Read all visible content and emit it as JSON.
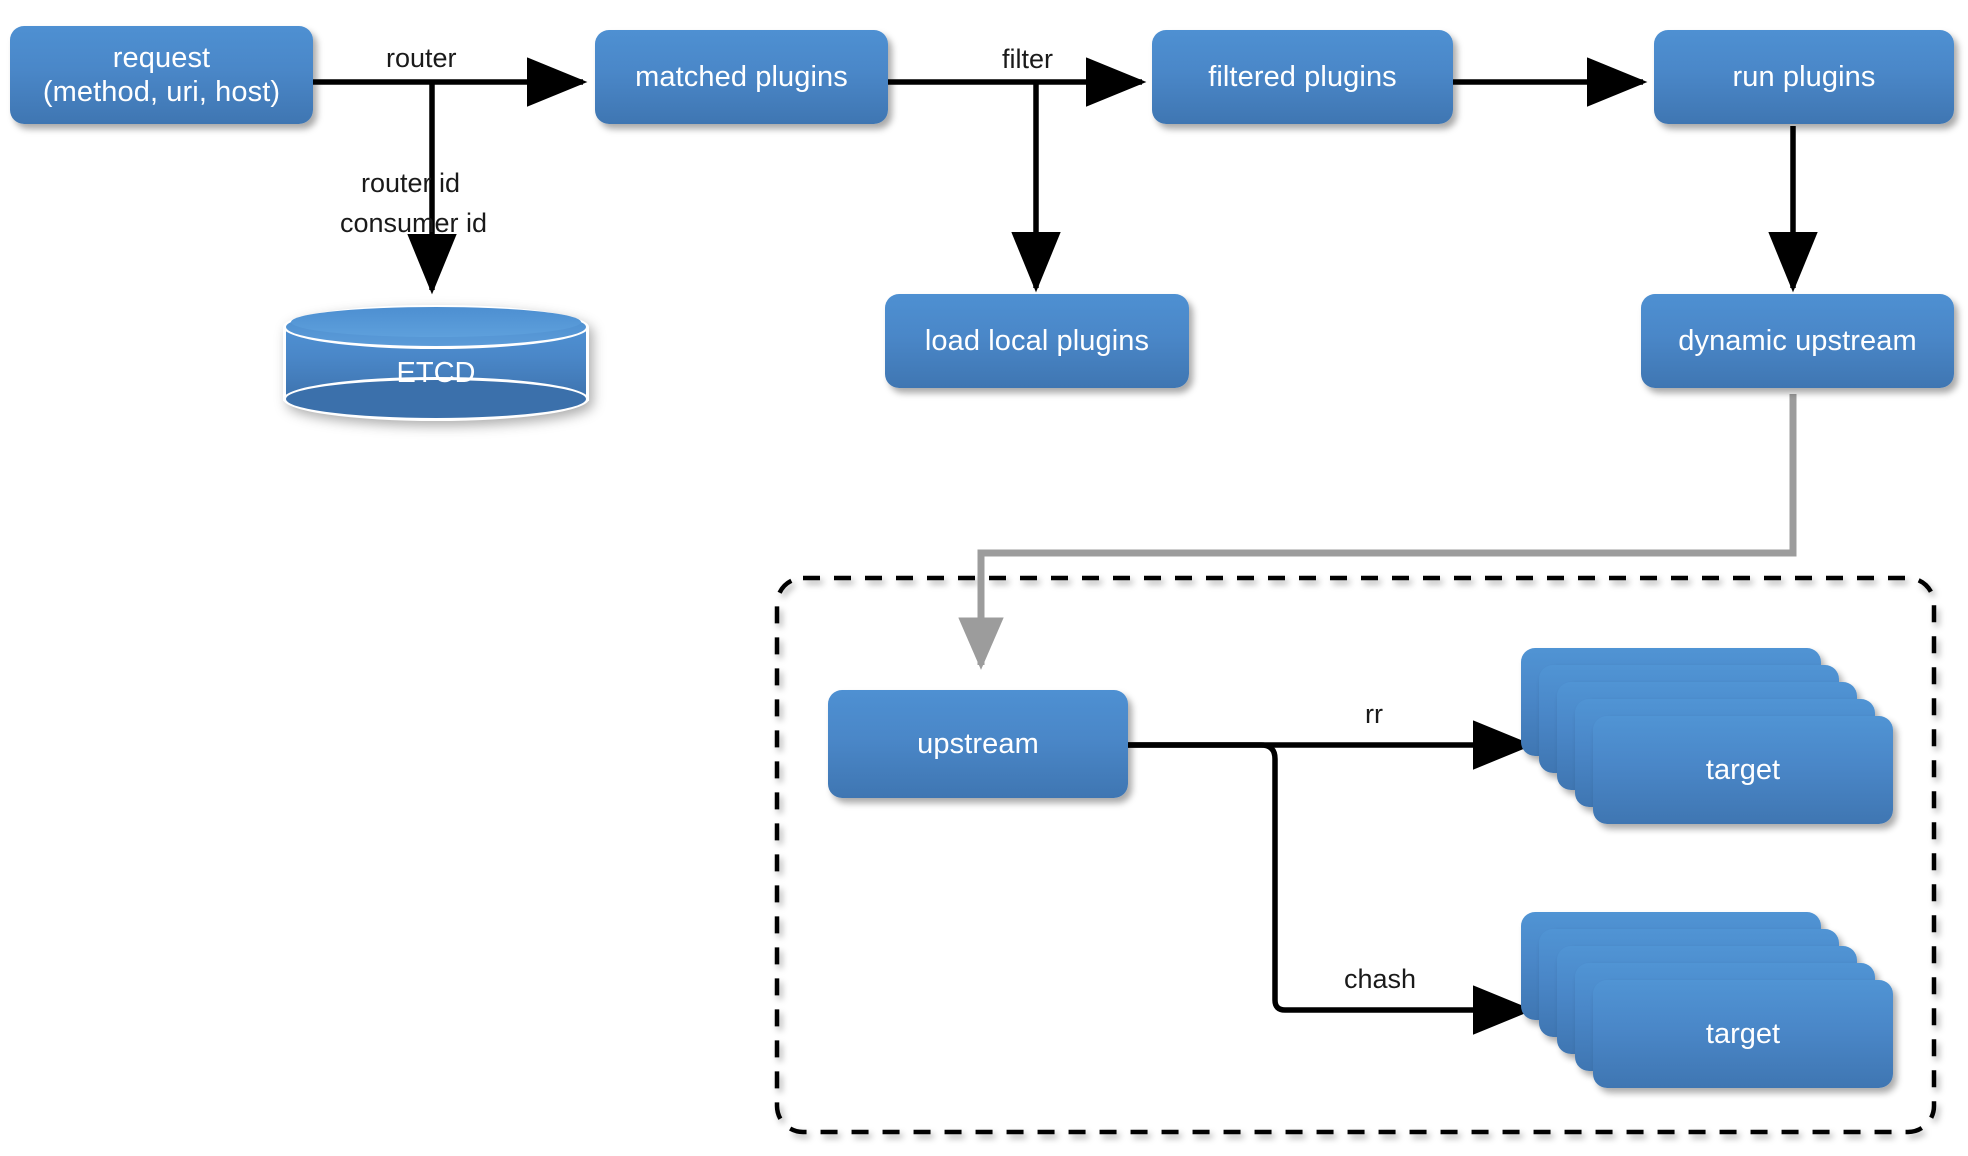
{
  "diagram": {
    "title": "APISIX request lifecycle flow",
    "colors": {
      "node_fill_top": "#4e90d2",
      "node_fill_bottom": "#3f76b2",
      "node_text": "#ffffff",
      "edge_black": "#000000",
      "edge_gray": "#9c9c9c",
      "dashed_border": "#000000",
      "background": "#ffffff"
    },
    "nodes": [
      {
        "id": "request",
        "label_line1": "request",
        "label_line2": "(method, uri, host)"
      },
      {
        "id": "matched_plugins",
        "label_line1": "matched plugins",
        "label_line2": ""
      },
      {
        "id": "filtered_plugins",
        "label_line1": "filtered plugins",
        "label_line2": ""
      },
      {
        "id": "run_plugins",
        "label_line1": "run plugins",
        "label_line2": ""
      },
      {
        "id": "load_local",
        "label_line1": "load local plugins",
        "label_line2": ""
      },
      {
        "id": "dynamic_upstream",
        "label_line1": "dynamic upstream",
        "label_line2": ""
      },
      {
        "id": "upstream",
        "label_line1": "upstream",
        "label_line2": ""
      }
    ],
    "datastore": {
      "id": "etcd",
      "label": "ETCD",
      "shape": "cylinder"
    },
    "stacks": [
      {
        "id": "target_rr",
        "label": "target",
        "count": 5
      },
      {
        "id": "target_chash",
        "label": "target",
        "count": 5
      }
    ],
    "edge_labels": {
      "router": "router",
      "router_id": "router id",
      "consumer_id": "consumer id",
      "filter": "filter",
      "rr": "rr",
      "chash": "chash"
    },
    "group": {
      "id": "upstream_group",
      "style": "dashed",
      "label": ""
    }
  }
}
